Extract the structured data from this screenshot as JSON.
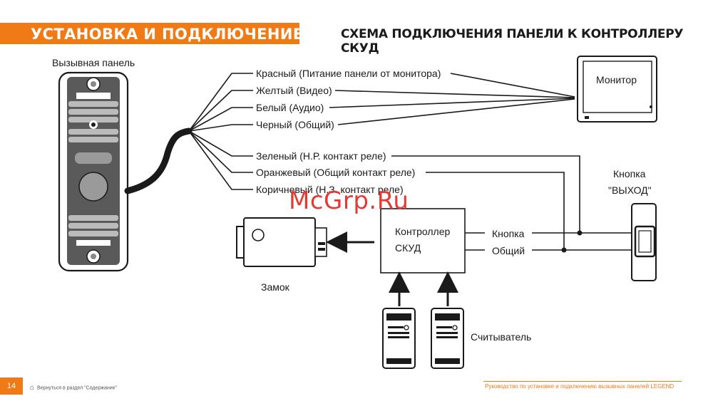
{
  "header": {
    "title": "УСТАНОВКА И ПОДКЛЮЧЕНИЕ",
    "subtitle": "СХЕМА ПОДКЛЮЧЕНИЯ ПАНЕЛИ К КОНТРОЛЛЕРУ СКУД"
  },
  "diagram": {
    "panel_label": "Вызывная панель",
    "monitor_label": "Монитор",
    "controller_label_line1": "Контроллер",
    "controller_label_line2": "СКУД",
    "lock_label": "Замок",
    "reader_label": "Считыватель",
    "exit_button_label_line1": "Кнопка",
    "exit_button_label_line2": "\"ВЫХОД\"",
    "wires": [
      "Красный (Питание панели от монитора)",
      "Желтый (Видео)",
      "Белый (Аудио)",
      "Черный (Общий)",
      "Зеленый (Н.Р. контакт реле)",
      "Оранжевый (Общий контакт реле)",
      "Коричневый (Н.З. контакт реле)"
    ],
    "controller_button_label": "Кнопка",
    "controller_common_label": "Общий"
  },
  "watermark": "McGrp.Ru",
  "footer": {
    "page_number": "14",
    "back_link": "Вернуться в раздел \"Содержание\"",
    "manual_title": "Руководство по установке и подключению вызывных панелей LEGEND"
  },
  "colors": {
    "accent": "#f07a16",
    "line": "#1a1a1a",
    "watermark": "#e53935"
  }
}
